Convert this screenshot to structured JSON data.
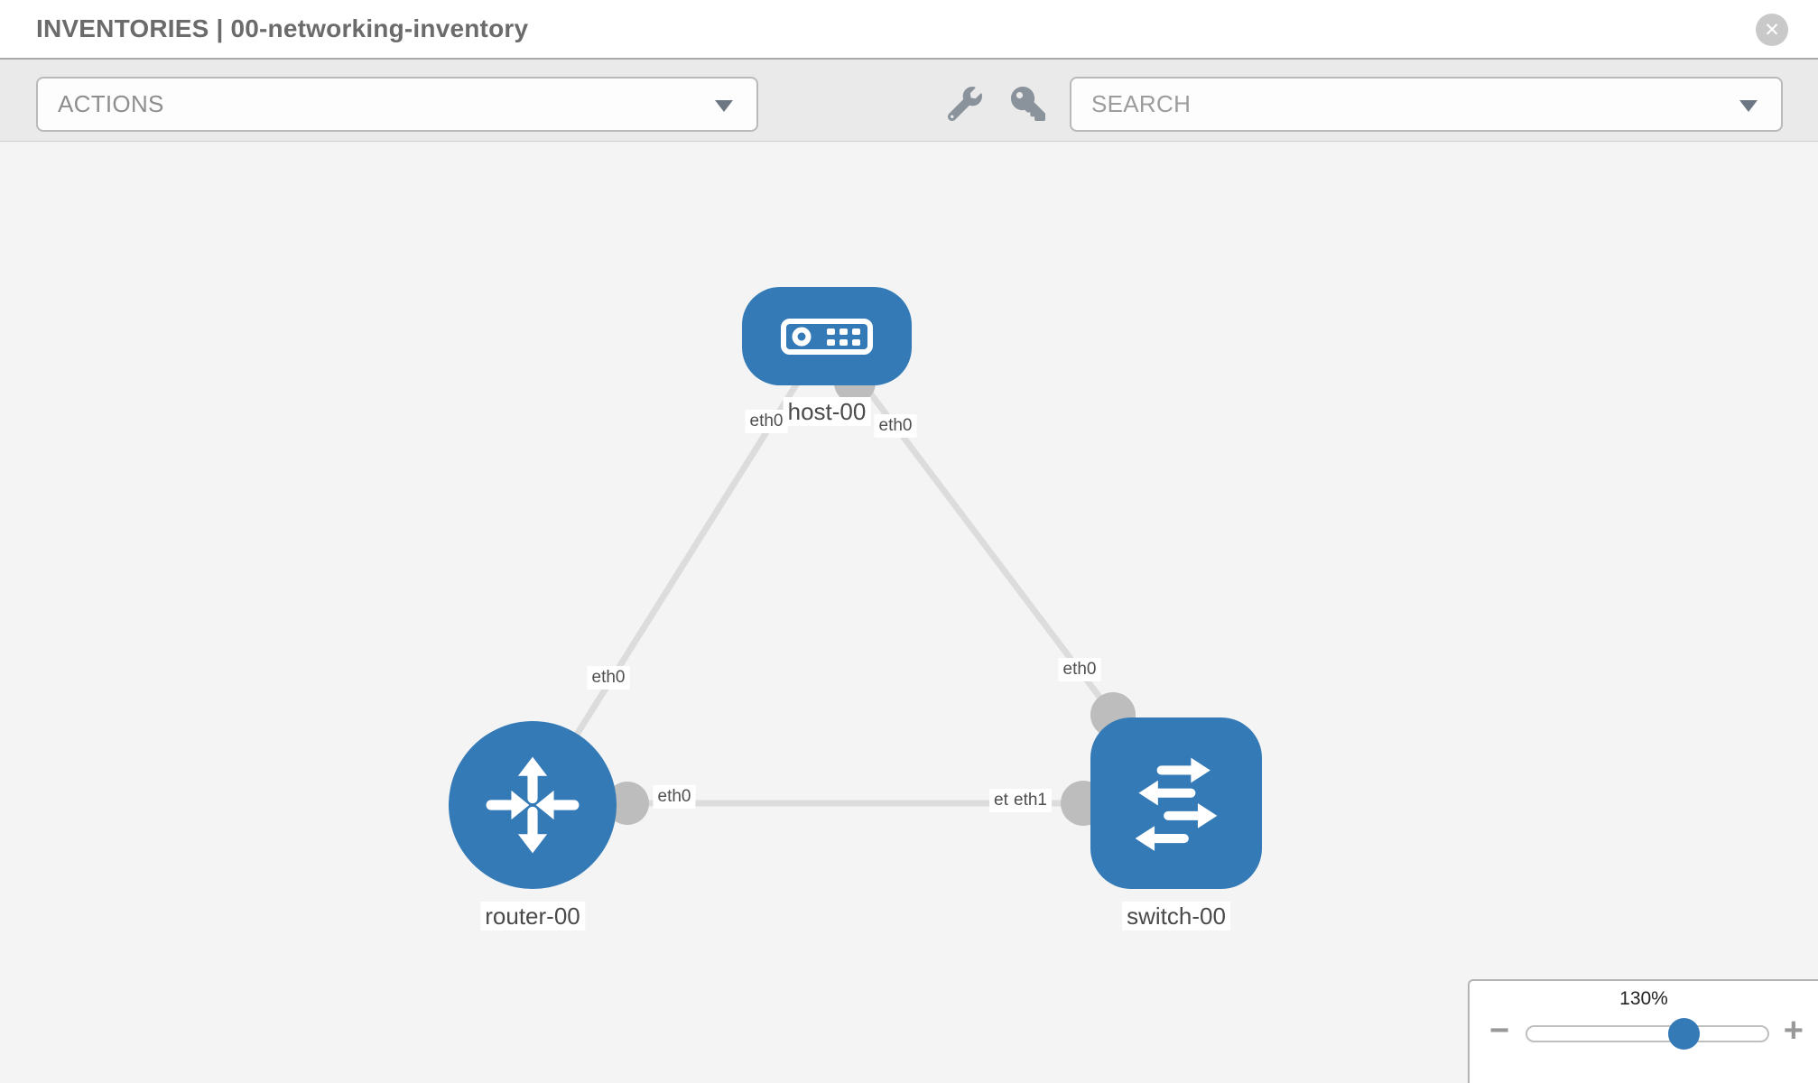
{
  "header": {
    "title": "INVENTORIES | 00-networking-inventory",
    "close_icon": "✕"
  },
  "toolbar": {
    "actions_label": "ACTIONS",
    "search_placeholder": "SEARCH"
  },
  "topology": {
    "node_labels": {
      "host": "host-00",
      "router": "router-00",
      "switch": "switch-00"
    },
    "port_labels": [
      "eth0",
      "eth0",
      "eth0",
      "eth0",
      "eth0",
      "eth0",
      "eth1"
    ],
    "links": [
      {
        "from": "host-00",
        "from_port": "eth0",
        "to": "router-00",
        "to_port": "eth0"
      },
      {
        "from": "host-00",
        "from_port": "eth0",
        "to": "switch-00",
        "to_port": "eth0"
      },
      {
        "from": "router-00",
        "from_port": "eth0",
        "to": "switch-00",
        "to_port": "eth1"
      }
    ]
  },
  "zoom_control": {
    "level": "130%",
    "minus_label": "−",
    "plus_label": "+"
  },
  "colors": {
    "node_blue": "#337ab7",
    "link_gray": "#dcdcdc",
    "connector_gray": "#bdbdbd",
    "canvas_bg": "#f4f4f4",
    "toolbar_bg": "#eaeaea"
  }
}
